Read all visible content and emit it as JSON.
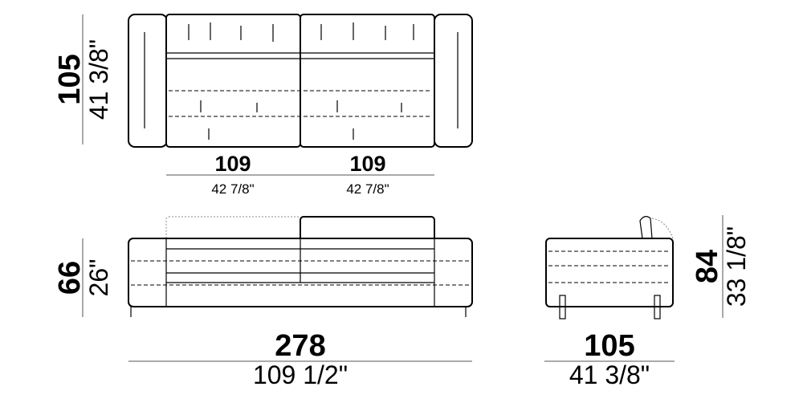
{
  "top_view": {
    "depth_cm": "105",
    "depth_in": "41 3/8\"",
    "seat_widths": [
      {
        "cm": "109",
        "in": "42 7/8\""
      },
      {
        "cm": "109",
        "in": "42 7/8\""
      }
    ]
  },
  "front_view": {
    "height_cm": "66",
    "height_in": "26\"",
    "width_cm": "278",
    "width_in": "109 1/2\""
  },
  "side_view": {
    "height_cm": "84",
    "height_in": "33 1/8\"",
    "depth_cm": "105",
    "depth_in": "41 3/8\""
  }
}
